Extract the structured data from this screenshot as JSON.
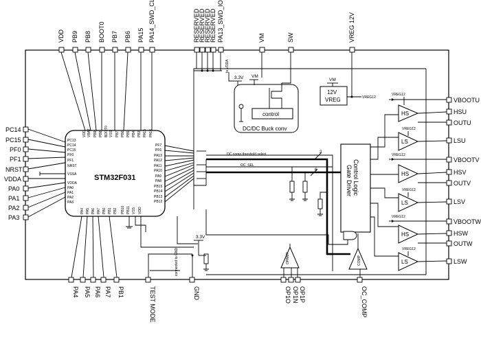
{
  "top_pins": [
    "VDD",
    "PB9",
    "PB8",
    "BOOT0",
    "PB7",
    "PB6",
    "PA15",
    "PA14_SWD_CLK",
    "RESERVED",
    "RESERVED",
    "RESERVED",
    "RESERVED",
    "PA13_SWD_IO",
    "VM",
    "SW",
    "VREG 12V"
  ],
  "left_pins": [
    "PC14",
    "PC15",
    "PF0",
    "PF1",
    "NRST",
    "VDDA",
    "PA0",
    "PA1",
    "PA2",
    "PA3"
  ],
  "right_pins": [
    "VBOOTU",
    "HSU",
    "OUTU",
    "LSU",
    "VBOOTV",
    "HSV",
    "OUTV",
    "LSV",
    "VBOOTW",
    "HSW",
    "OUTW",
    "LSW"
  ],
  "bottom_pins": [
    "PA4",
    "PA5",
    "PA6",
    "PA7",
    "PB1",
    "TEST MODE",
    "GND",
    "OP1O",
    "OP1N",
    "OP1P",
    "OC_COMP"
  ],
  "mcu": {
    "name": "STM32F031",
    "top_small": [
      "VDD",
      "VBAT",
      "PB9",
      "PB8",
      "BOOT0",
      "VSS",
      "PB7",
      "PB6",
      "PB5",
      "PB4",
      "PB3",
      "PA15",
      "PA14"
    ],
    "left_small": [
      "PC13",
      "PC14",
      "PC15",
      "PF0",
      "PF1",
      "NRST",
      "VSSA",
      "VDDA",
      "PA0",
      "PA1",
      "PA2",
      "PA3"
    ],
    "right_small": [
      "PF7",
      "PF6",
      "PA13",
      "PA12",
      "PA11",
      "PA10",
      "PA9",
      "PA8",
      "PB15",
      "PB14",
      "PB13",
      "PB12"
    ],
    "bottom_small": [
      "PA4",
      "PA5",
      "PA6",
      "PA7",
      "PB0",
      "PB1",
      "PB2",
      "PB10",
      "PB11",
      "VSS",
      "VDD"
    ]
  },
  "buck": {
    "title": "DC/DC Buck conv",
    "control": "control",
    "v33": "3.3V",
    "vm": "VM",
    "to_vdda": "to VDDA"
  },
  "vreg": {
    "line1": "12V",
    "line2": "VREG",
    "vm": "VM",
    "out": "VREG12"
  },
  "gate_driver": {
    "line1": "Control Logic",
    "line2": "Gate Driver"
  },
  "signals": {
    "oc_comp_select": "OC comp threshold select",
    "oc_sel": "OC_SEL",
    "bus2": "2",
    "bus6": "6",
    "v33_bottom": "3.3V",
    "gnd_note": "connected to GND",
    "opamp": "OPAMP",
    "comp": "COMP"
  },
  "drivers": {
    "hs": "HS",
    "ls": "LS",
    "vreg12": "VREG12"
  }
}
